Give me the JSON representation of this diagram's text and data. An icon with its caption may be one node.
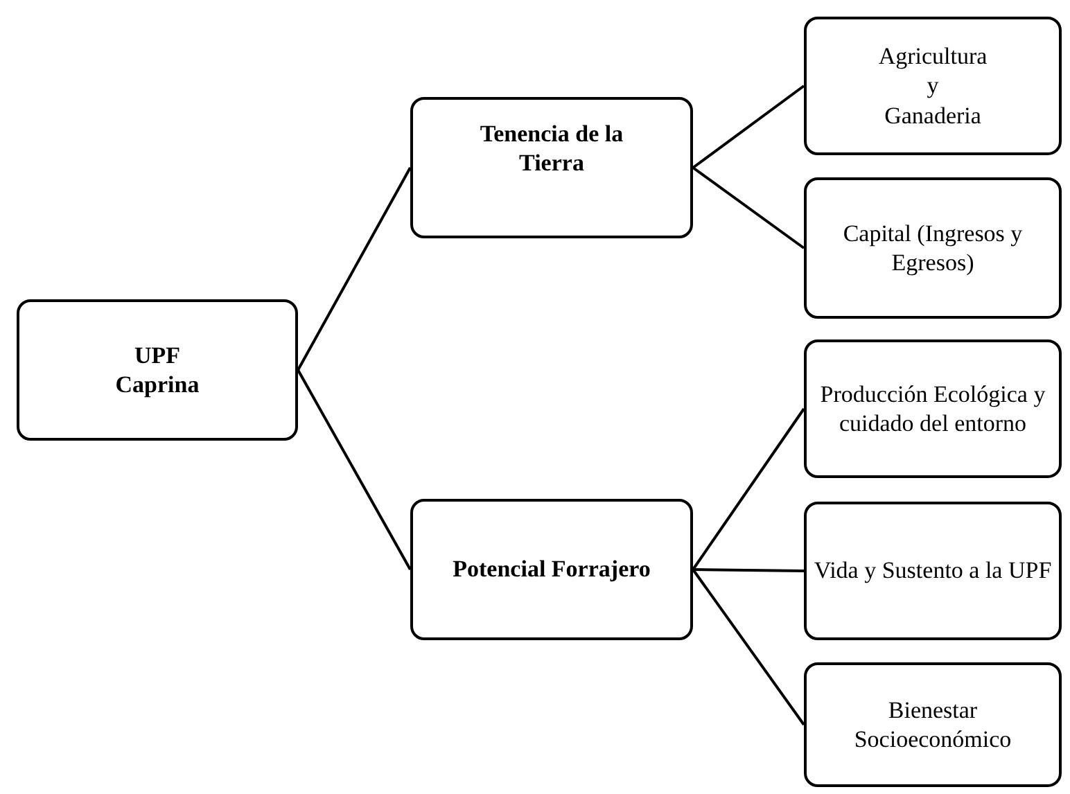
{
  "diagram": {
    "nodes": [
      {
        "text": [
          "UPF Caprina"
        ]
      },
      {
        "text": [
          "Tenencia de la Tierra"
        ]
      },
      {
        "text": [
          "Potencial Forrajero"
        ]
      },
      {
        "text": [
          "Agricultura y Ganaderia"
        ]
      },
      {
        "text": [
          "Capital (Ingresos y Egresos)"
        ]
      },
      {
        "text": [
          "Producción Ecológica y cuidado del entorno"
        ]
      },
      {
        "text": [
          "Vida y Sustento a la UPF"
        ]
      },
      {
        "text": [
          "Bienestar Socioeconómico"
        ]
      }
    ],
    "edges": [
      {
        "from": 0,
        "to": 1,
        "arrow": "none"
      },
      {
        "from": 0,
        "to": 2,
        "arrow": "none"
      },
      {
        "from": 1,
        "to": 3,
        "arrow": "none"
      },
      {
        "from": 1,
        "to": 4,
        "arrow": "none"
      },
      {
        "from": 2,
        "to": 5,
        "arrow": "none"
      },
      {
        "from": 2,
        "to": 6,
        "arrow": "none"
      },
      {
        "from": 2,
        "to": 7,
        "arrow": "none"
      }
    ]
  }
}
